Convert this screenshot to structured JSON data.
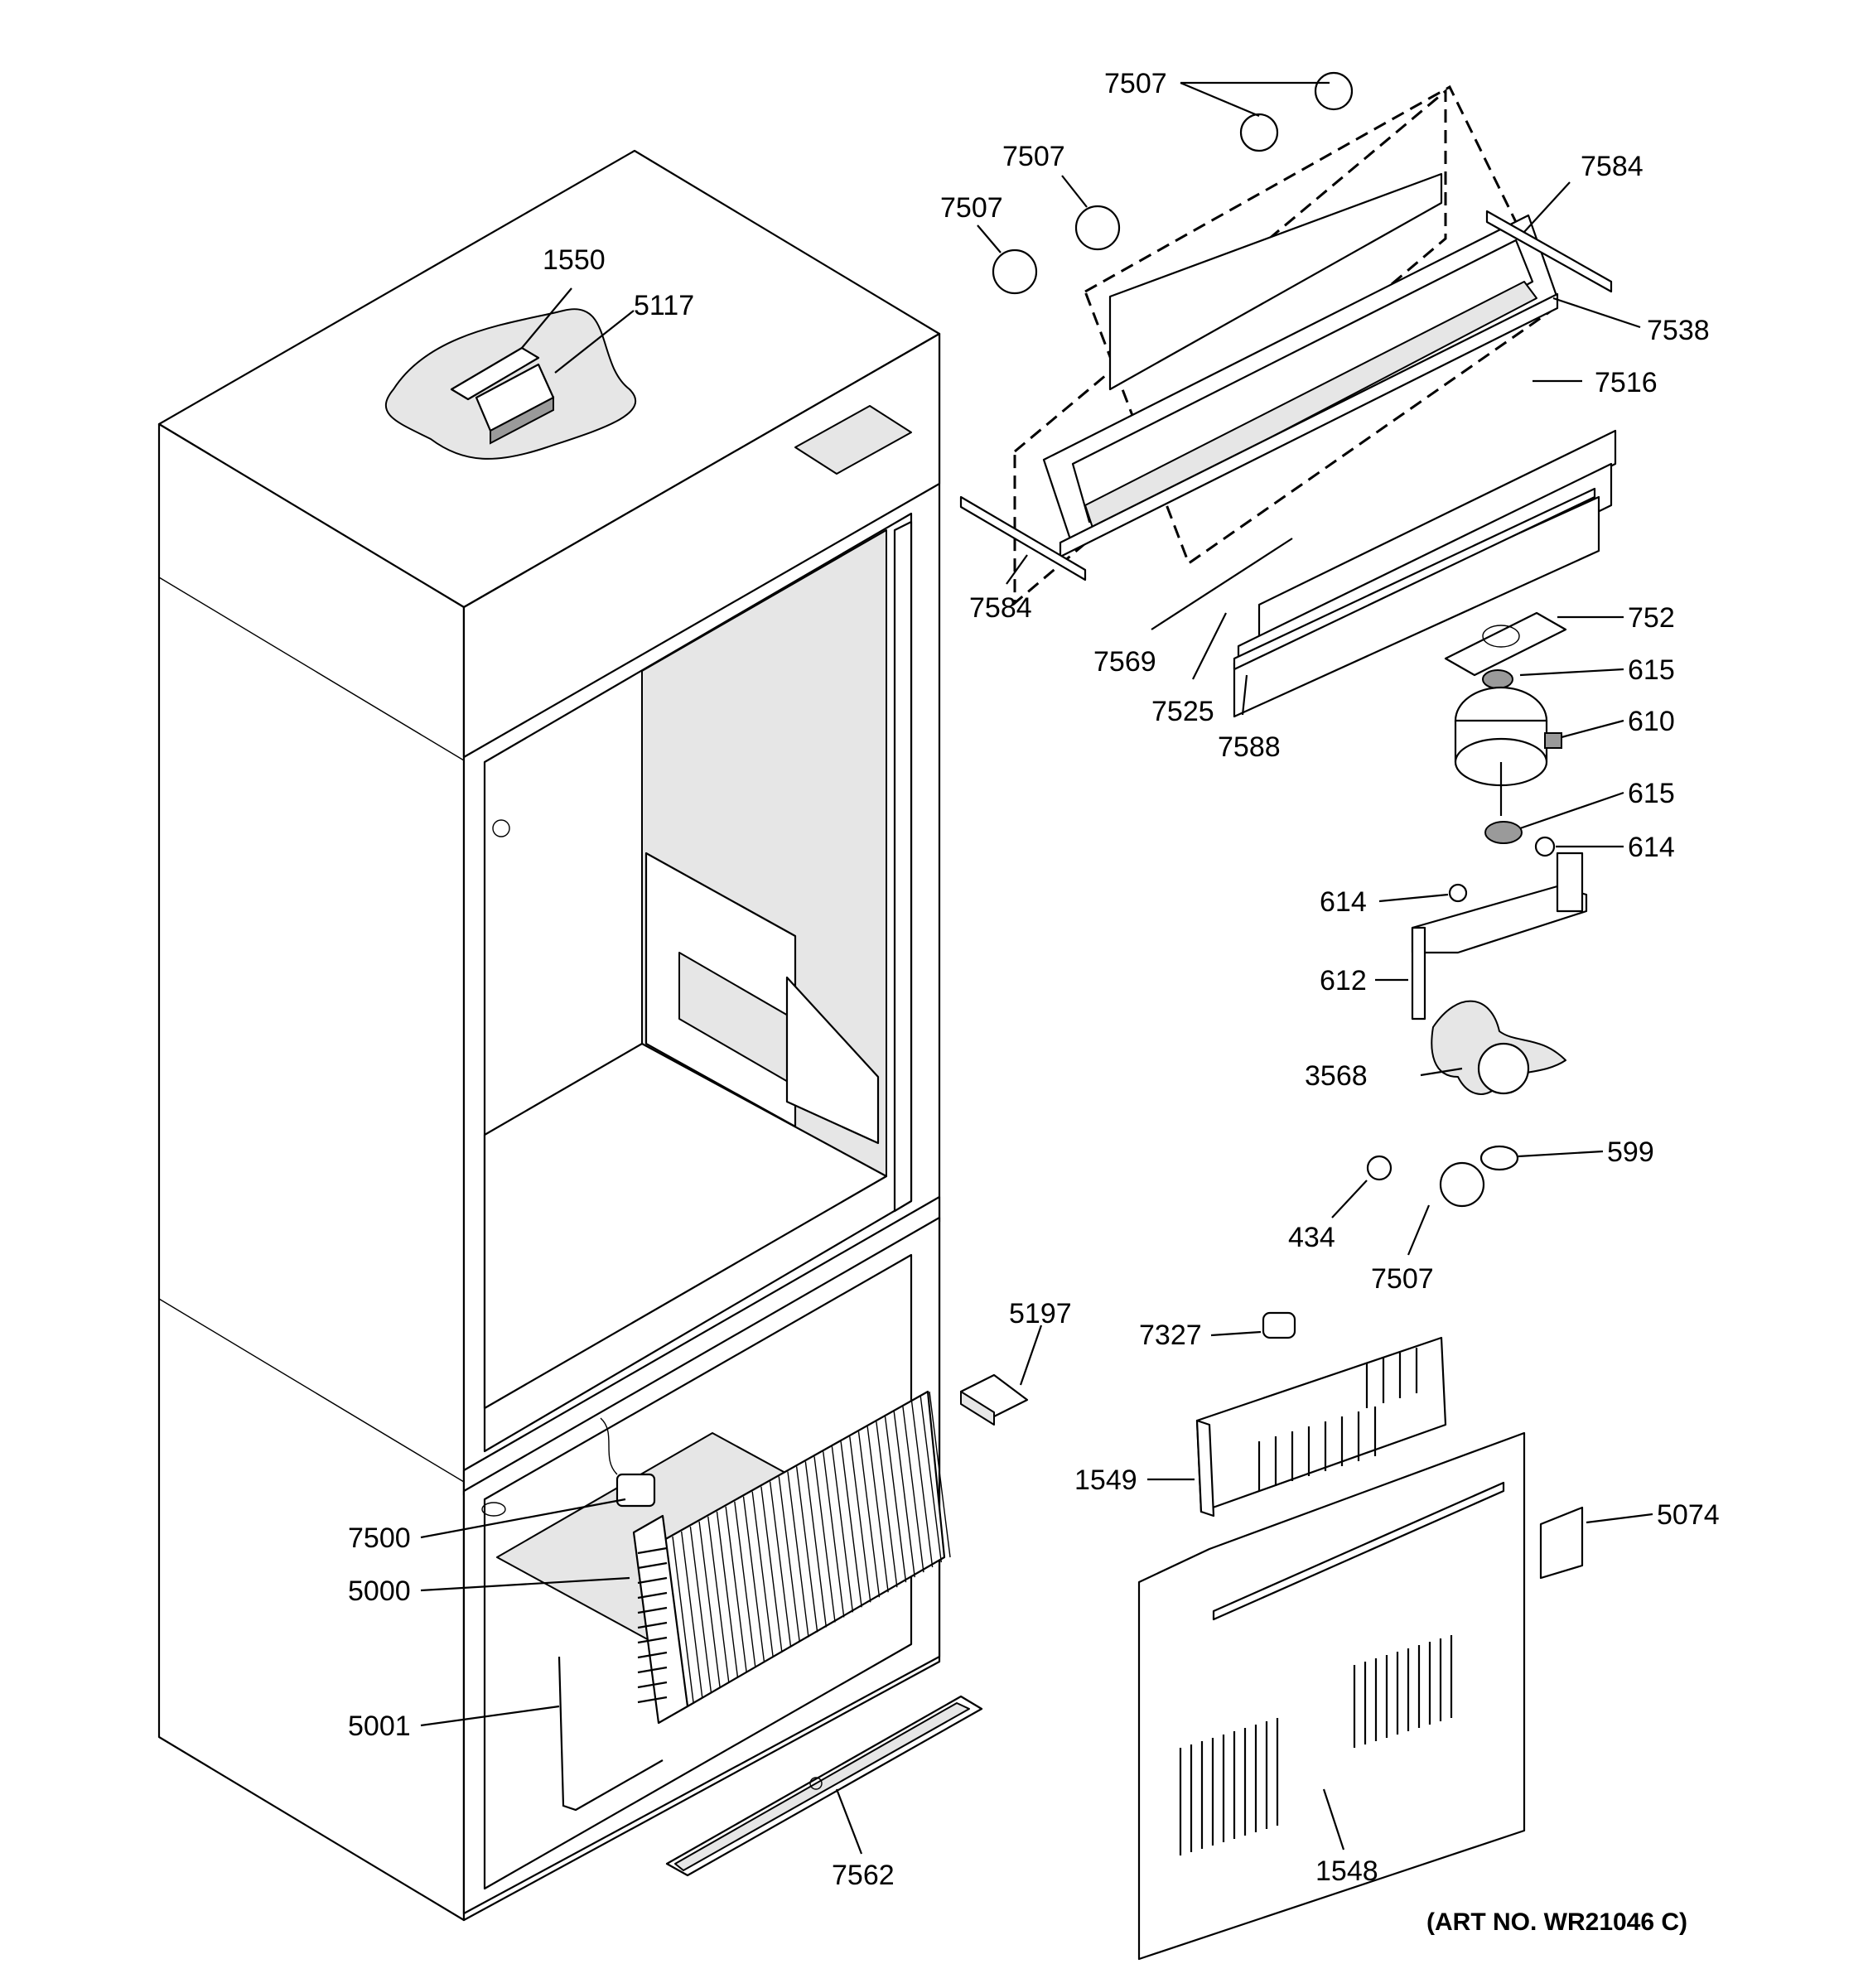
{
  "art_number": "(ART NO. WR21046 C)",
  "callouts": [
    {
      "id": "c7507a",
      "text": "7507"
    },
    {
      "id": "c7507b",
      "text": "7507"
    },
    {
      "id": "c7507c",
      "text": "7507"
    },
    {
      "id": "c7584a",
      "text": "7584"
    },
    {
      "id": "c7538",
      "text": "7538"
    },
    {
      "id": "c7516",
      "text": "7516"
    },
    {
      "id": "c1550",
      "text": "1550"
    },
    {
      "id": "c5117",
      "text": "5117"
    },
    {
      "id": "c7584b",
      "text": "7584"
    },
    {
      "id": "c7569",
      "text": "7569"
    },
    {
      "id": "c7525",
      "text": "7525"
    },
    {
      "id": "c7588",
      "text": "7588"
    },
    {
      "id": "c752",
      "text": "752"
    },
    {
      "id": "c615a",
      "text": "615"
    },
    {
      "id": "c610",
      "text": "610"
    },
    {
      "id": "c615b",
      "text": "615"
    },
    {
      "id": "c614a",
      "text": "614"
    },
    {
      "id": "c614b",
      "text": "614"
    },
    {
      "id": "c612",
      "text": "612"
    },
    {
      "id": "c3568",
      "text": "3568"
    },
    {
      "id": "c599",
      "text": "599"
    },
    {
      "id": "c434",
      "text": "434"
    },
    {
      "id": "c7507d",
      "text": "7507"
    },
    {
      "id": "c5197",
      "text": "5197"
    },
    {
      "id": "c7327",
      "text": "7327"
    },
    {
      "id": "c1549",
      "text": "1549"
    },
    {
      "id": "c5074",
      "text": "5074"
    },
    {
      "id": "c7500",
      "text": "7500"
    },
    {
      "id": "c5000",
      "text": "5000"
    },
    {
      "id": "c5001",
      "text": "5001"
    },
    {
      "id": "c7562",
      "text": "7562"
    },
    {
      "id": "c1548",
      "text": "1548"
    }
  ]
}
